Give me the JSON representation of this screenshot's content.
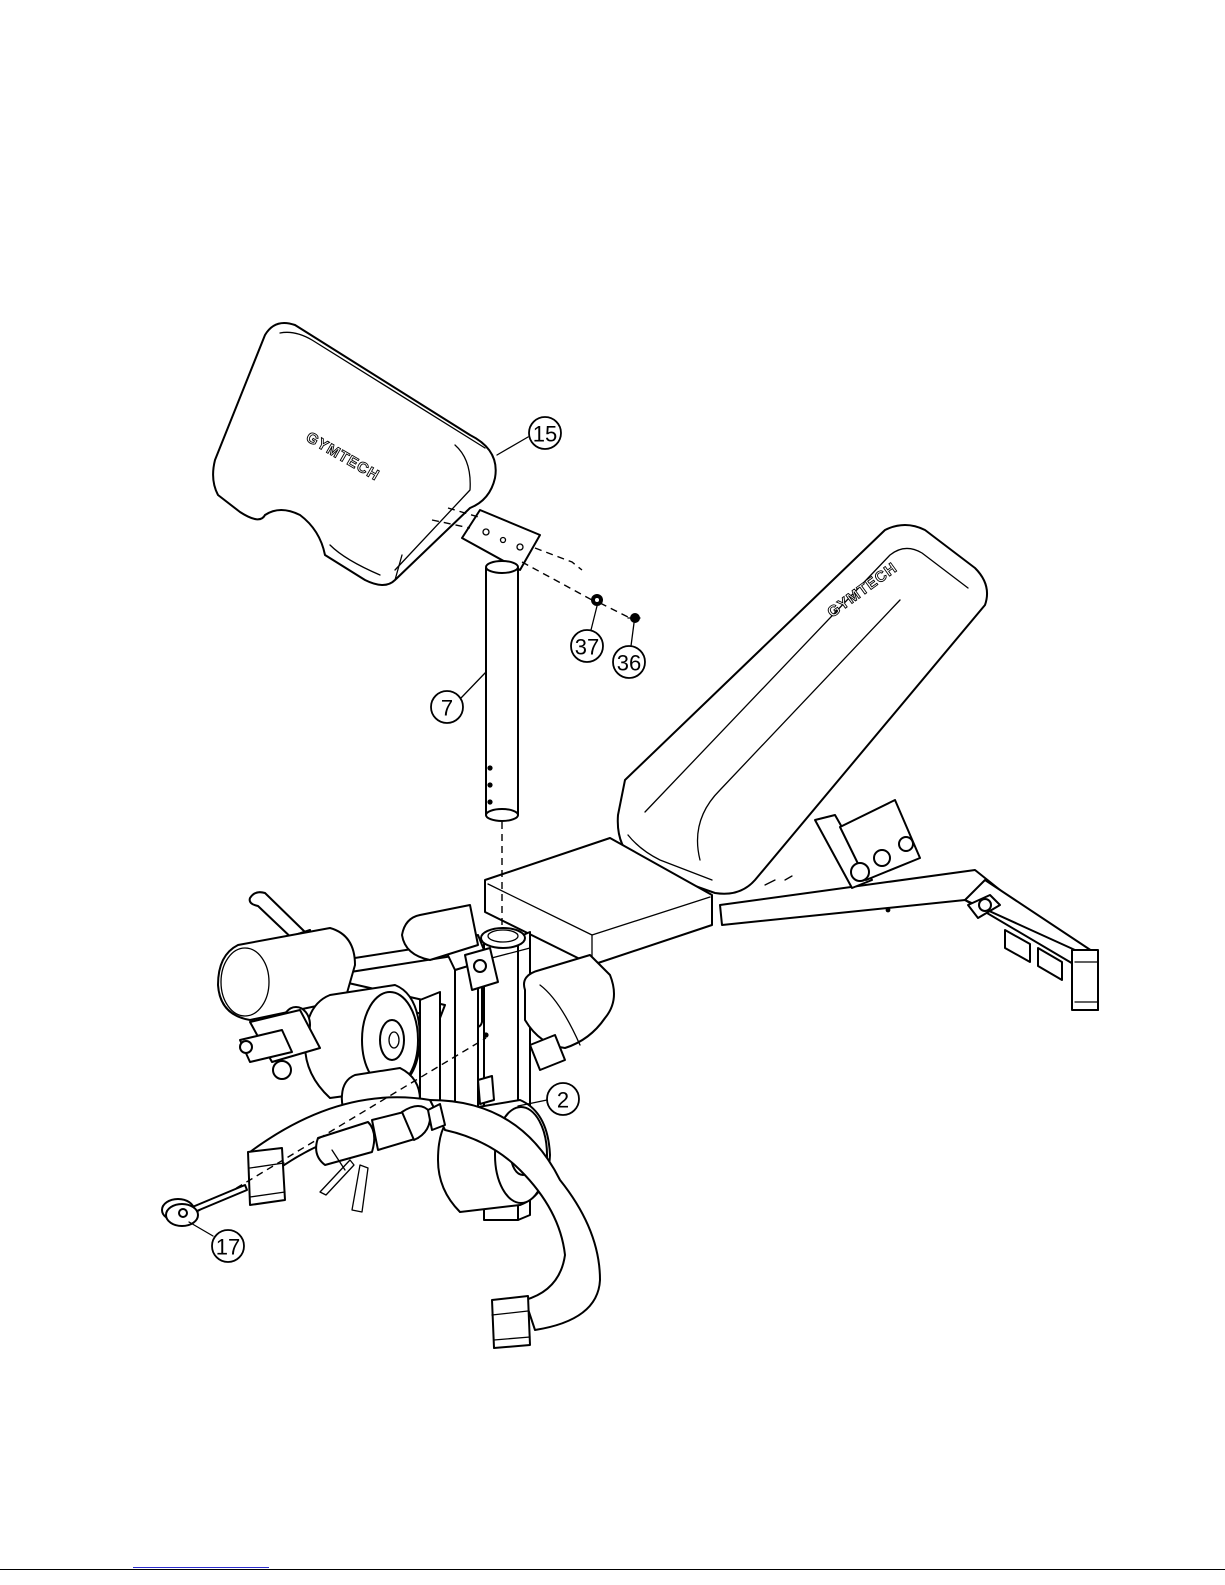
{
  "brand_labels": {
    "preacher_pad": "GYMTECH",
    "backrest": "GYMTECH"
  },
  "callouts": [
    {
      "id": "part-15",
      "label": "15"
    },
    {
      "id": "part-37",
      "label": "37"
    },
    {
      "id": "part-36",
      "label": "36"
    },
    {
      "id": "part-7",
      "label": "7"
    },
    {
      "id": "part-2",
      "label": "2"
    },
    {
      "id": "part-17",
      "label": "17"
    }
  ]
}
